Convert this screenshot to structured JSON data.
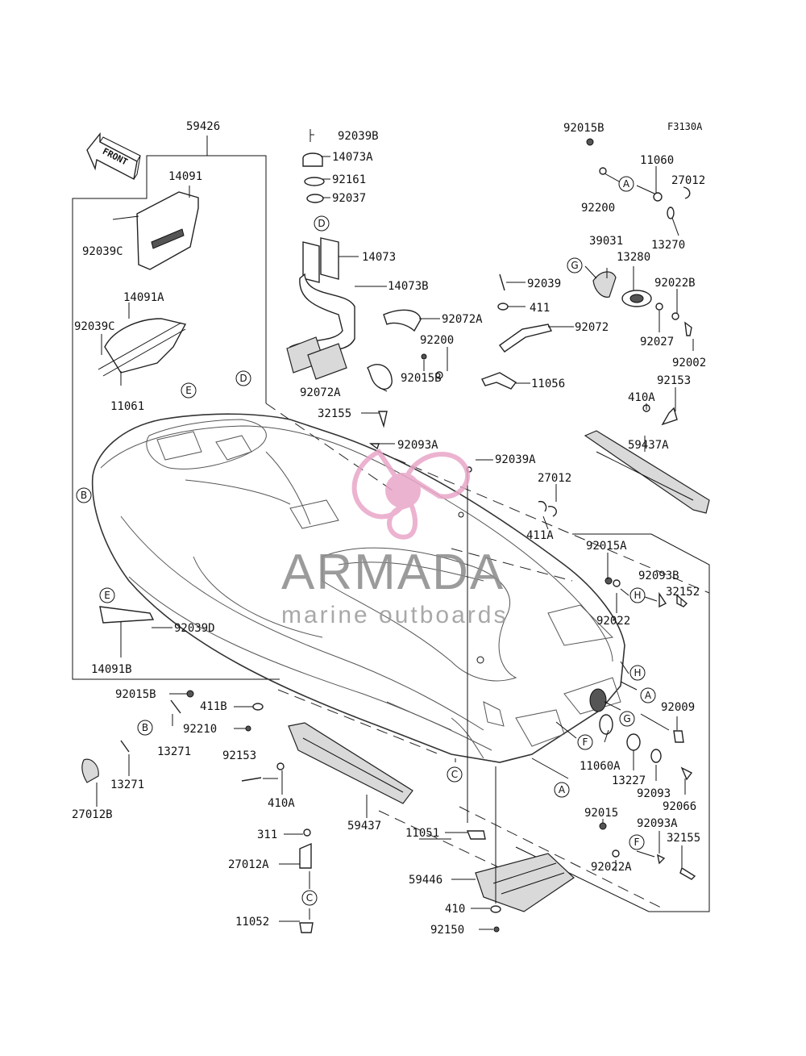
{
  "figure_code": "F3130A",
  "front_label": "FRONT",
  "watermark": {
    "brand": "ARMADA",
    "tagline": "marine outboards"
  },
  "refs": [
    "A",
    "B",
    "C",
    "D",
    "E",
    "F",
    "G",
    "H"
  ],
  "parts": {
    "p59426": "59426",
    "p14091": "14091",
    "p92039C_1": "92039C",
    "p14091A": "14091A",
    "p92039C_2": "92039C",
    "p11061": "11061",
    "p92039B": "92039B",
    "p14073A": "14073A",
    "p92161": "92161",
    "p92037": "92037",
    "p14073": "14073",
    "p14073B": "14073B",
    "p92072A_1": "92072A",
    "p92072A_2": "92072A",
    "p32155_1": "32155",
    "p92093A_1": "92093A",
    "p92200_1": "92200",
    "p92015B_1": "92015B",
    "p92039": "92039",
    "p411": "411",
    "p92072": "92072",
    "p11056": "11056",
    "p92015B_2": "92015B",
    "p11060": "11060",
    "p27012_1": "27012",
    "p92200_2": "92200",
    "p13270": "13270",
    "p39031": "39031",
    "p13280": "13280",
    "p92022B": "92022B",
    "p92027": "92027",
    "p92002": "92002",
    "p92153_1": "92153",
    "p410A_1": "410A",
    "p59437A": "59437A",
    "p92039A": "92039A",
    "p27012_2": "27012",
    "p411A": "411A",
    "p92015A": "92015A",
    "p92093B": "92093B",
    "p32152": "32152",
    "p92022": "92022",
    "p92039D": "92039D",
    "p14091B": "14091B",
    "p92015B_3": "92015B",
    "p411B": "411B",
    "p92210": "92210",
    "p13271_1": "13271",
    "p13271_2": "13271",
    "p27012B": "27012B",
    "p92153_2": "92153",
    "p410A_2": "410A",
    "p59437": "59437",
    "p311": "311",
    "p27012A": "27012A",
    "p11052": "11052",
    "p11051": "11051",
    "p59446": "59446",
    "p410": "410",
    "p92150": "92150",
    "p92009": "92009",
    "p11060A": "11060A",
    "p13227": "13227",
    "p92093_1": "92093",
    "p92066": "92066",
    "p92015": "92015",
    "p92093A_2": "92093A",
    "p32155_2": "32155",
    "p92022A": "92022A"
  }
}
